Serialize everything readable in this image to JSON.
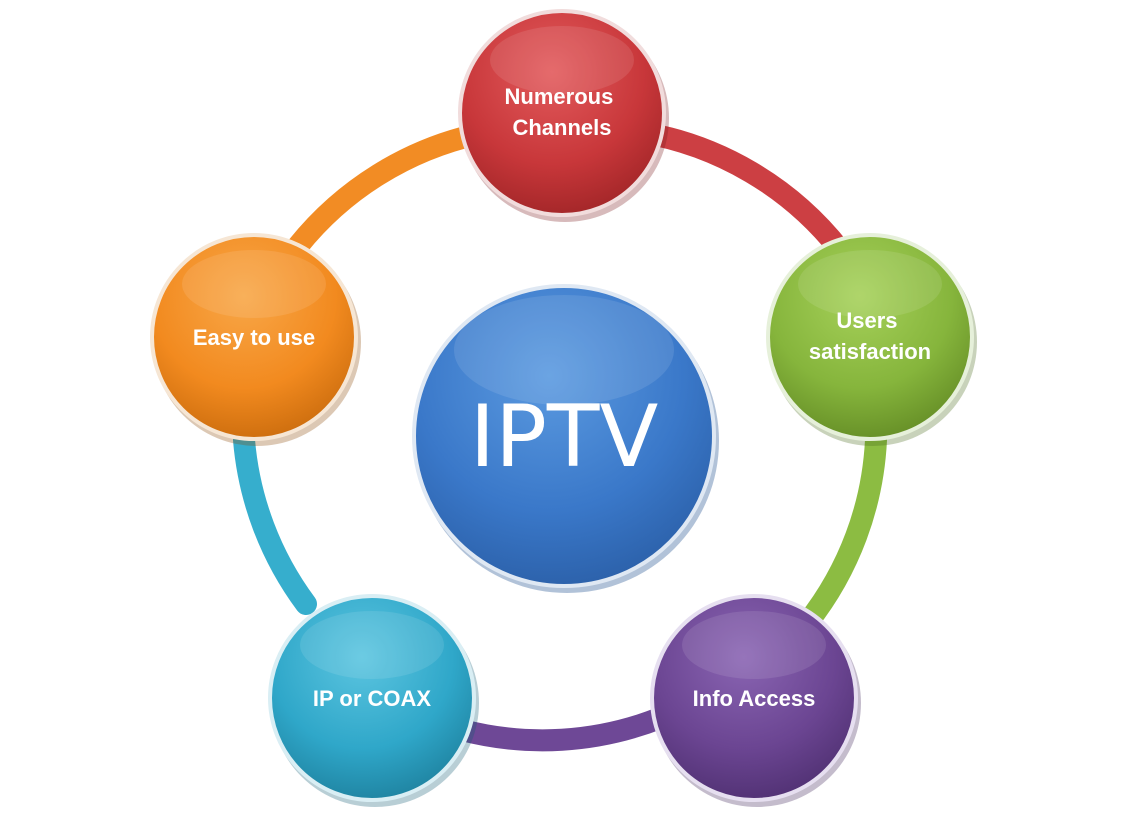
{
  "center": {
    "label": "IPTV",
    "color": "#3a78c9"
  },
  "nodes": [
    {
      "id": "numerous-channels",
      "lines": [
        "Numerous",
        "Channels"
      ],
      "color": "#c8373a"
    },
    {
      "id": "users-satisfaction",
      "lines": [
        "Users",
        "satisfaction"
      ],
      "color": "#86b53c"
    },
    {
      "id": "info-access",
      "lines": [
        "Info Access"
      ],
      "color": "#6b4592"
    },
    {
      "id": "ip-or-coax",
      "lines": [
        "IP or COAX"
      ],
      "color": "#2fa7c9"
    },
    {
      "id": "easy-to-use",
      "lines": [
        "Easy to use"
      ],
      "color": "#f28a1f"
    }
  ]
}
